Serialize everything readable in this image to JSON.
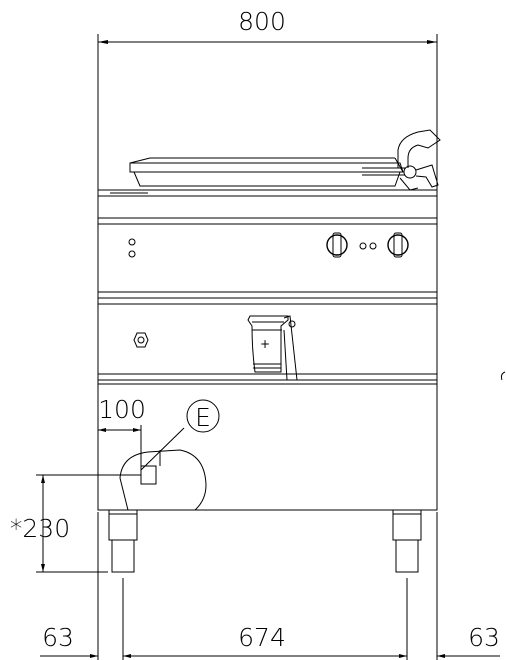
{
  "dimensions": {
    "overall_width": "800",
    "left_offset": "63",
    "foot_spacing": "674",
    "right_offset": "63",
    "connection_offset": "100",
    "connection_height": "*230"
  },
  "callouts": {
    "connection_marker": "E"
  },
  "controls": {
    "faucet_symbol": "+"
  }
}
